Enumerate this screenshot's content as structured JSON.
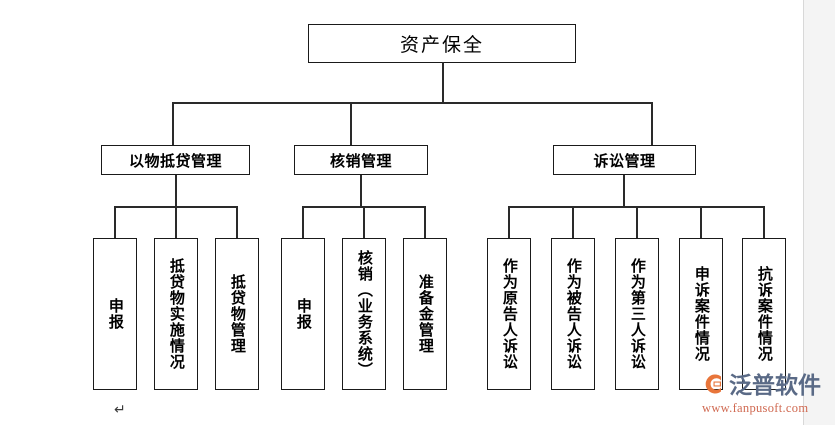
{
  "diagram": {
    "type": "org-chart",
    "root": {
      "label": "资产保全"
    },
    "branches": [
      {
        "label": "以物抵贷管理"
      },
      {
        "label": "核销管理"
      },
      {
        "label": "诉讼管理"
      }
    ],
    "leaves": [
      {
        "label": "申报"
      },
      {
        "label": "抵贷物实施情况"
      },
      {
        "label": "抵贷物管理"
      },
      {
        "label": "申报"
      },
      {
        "label": "核销（业务系统）"
      },
      {
        "label": "准备金管理"
      },
      {
        "label": "作为原告人诉讼"
      },
      {
        "label": "作为被告人诉讼"
      },
      {
        "label": "作为第三人诉讼"
      },
      {
        "label": "申诉案件情况"
      },
      {
        "label": "抗诉案件情况"
      }
    ]
  },
  "editor": {
    "paragraph_mark": "↵"
  },
  "watermark": {
    "brand": "泛普软件",
    "url": "www.fanpusoft.com",
    "logo_color": "#e8753a",
    "brand_color": "#5a6a86",
    "url_color": "#d06a52"
  },
  "colors": {
    "background": "#ffffff",
    "box_border": "#1a1a1a",
    "connector": "#2a2a2a",
    "text": "#000000",
    "page_margin": "#f4f4f4"
  }
}
